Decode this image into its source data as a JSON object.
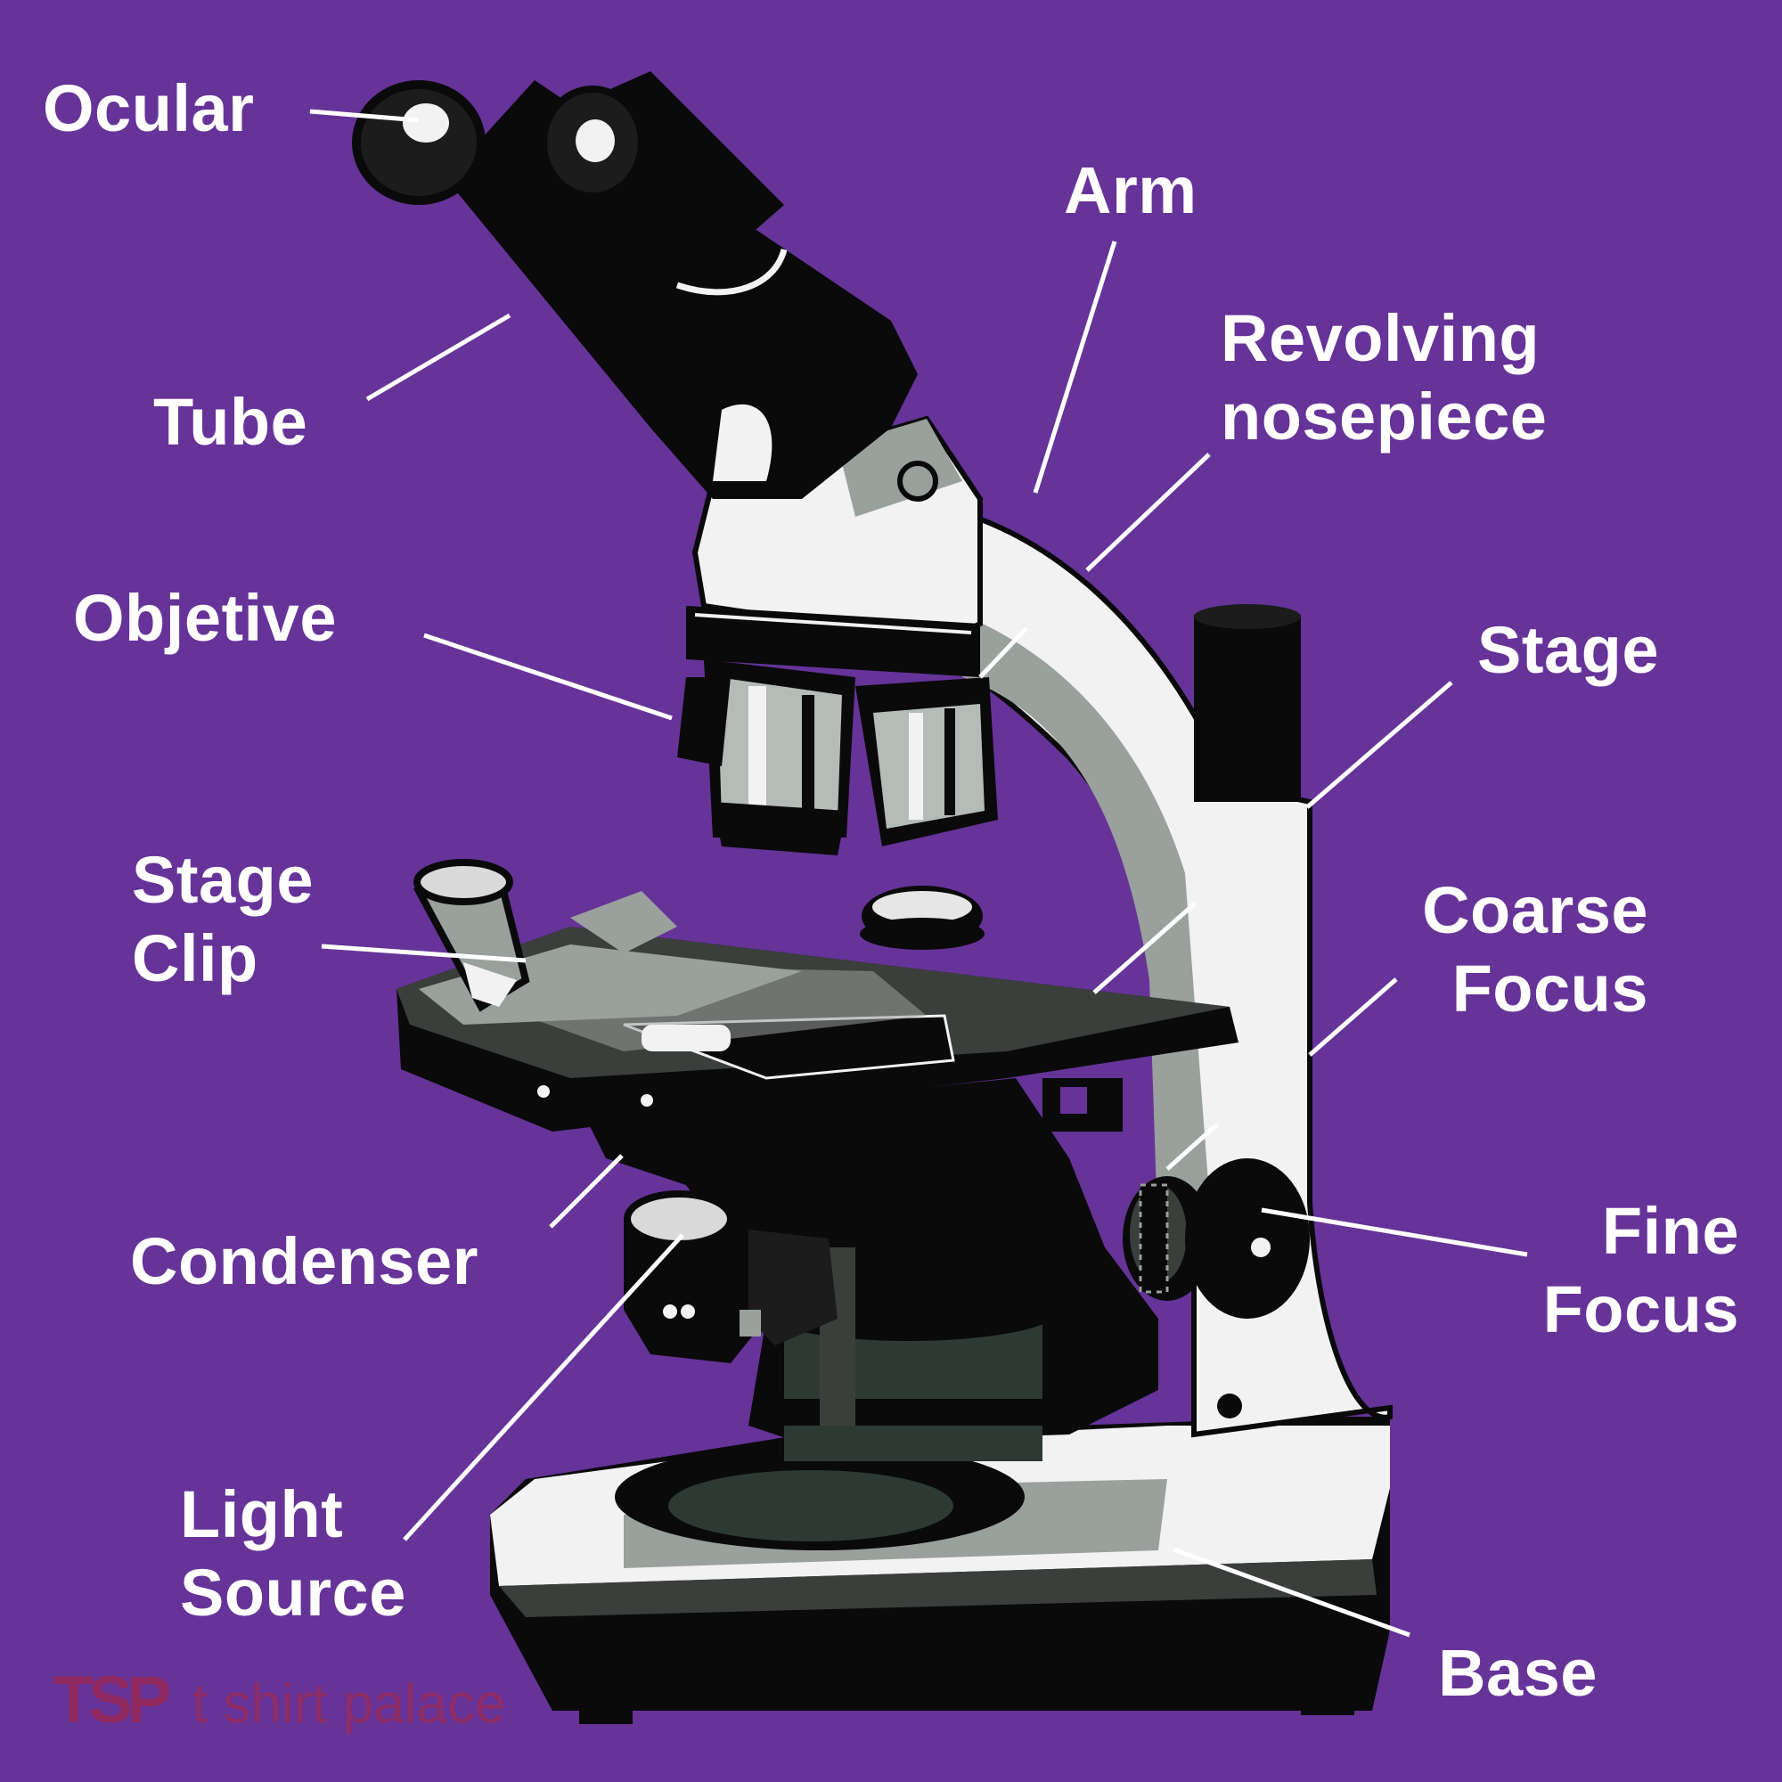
{
  "diagram": {
    "labels": {
      "ocular": "Ocular",
      "tube": "Tube",
      "arm": "Arm",
      "nosepiece_1": "Revolving",
      "nosepiece_2": "nosepiece",
      "objective": "Objetive",
      "stage": "Stage",
      "stage_clip_1": "Stage",
      "stage_clip_2": "Clip",
      "coarse_1": "Coarse",
      "coarse_2": "Focus",
      "condenser": "Condenser",
      "fine_1": "Fine",
      "fine_2": "Focus",
      "light_1": "Light",
      "light_2": "Source",
      "base": "Base"
    },
    "watermark": {
      "logo": "TSP",
      "text": "t shirt palace"
    }
  },
  "colors": {
    "background": "#663399",
    "label": "#ffffff",
    "body_dark": "#0a0a0a",
    "body_light": "#f2f2f2",
    "body_mid": "#9aa09c"
  }
}
